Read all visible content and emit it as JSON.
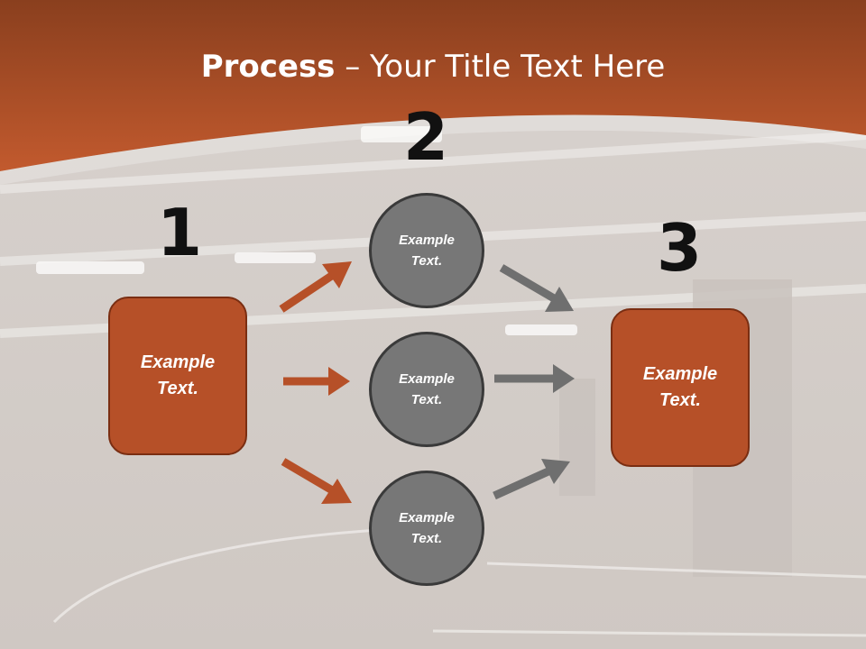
{
  "title": {
    "bold": "Process",
    "rest": "– Your Title Text Here"
  },
  "steps": [
    {
      "number": "1",
      "text_line1": "Example",
      "text_line2": "Text."
    },
    {
      "number": "2",
      "text_line1": "Example",
      "text_line2": "Text."
    },
    {
      "number": "3",
      "text_line1": "Example",
      "text_line2": "Text."
    }
  ],
  "circles": [
    {
      "text_line1": "Example",
      "text_line2": "Text."
    },
    {
      "text_line1": "Example",
      "text_line2": "Text."
    },
    {
      "text_line1": "Example",
      "text_line2": "Text."
    }
  ],
  "colors": {
    "accent": "#b65028",
    "accent_dark": "#7a2e12",
    "circle_fill": "#777777",
    "arrow_gray": "#6f6f6f",
    "number_color": "#111111"
  }
}
